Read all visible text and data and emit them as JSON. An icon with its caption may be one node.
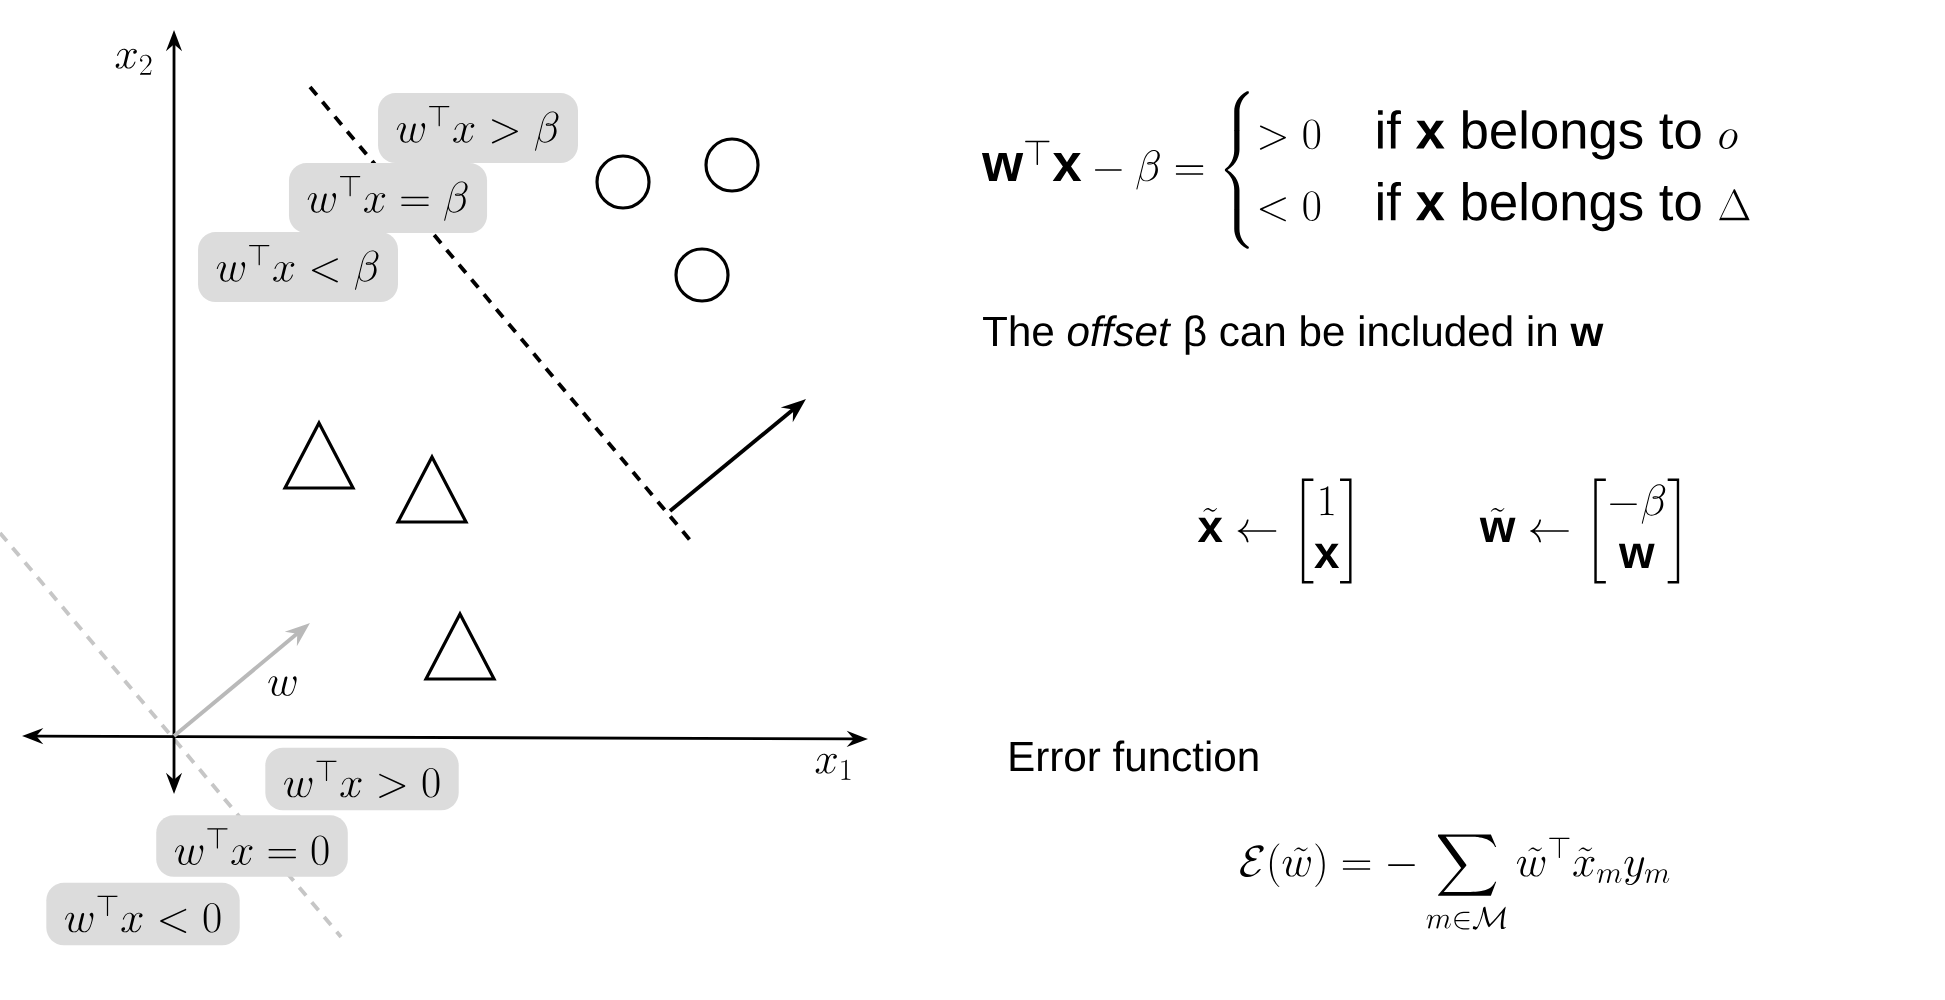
{
  "diagram": {
    "nodes": [
      {
        "text": [
          "w^\\top x > \\beta"
        ]
      },
      {
        "text": [
          "w^\\top x = \\beta"
        ]
      },
      {
        "text": [
          "w^\\top x < \\beta"
        ]
      },
      {
        "text": [
          "w^\\top x > 0"
        ]
      },
      {
        "text": [
          "w^\\top x = 0"
        ]
      },
      {
        "text": [
          "w^\\top x < 0"
        ]
      }
    ],
    "labels": [
      "x_2",
      "x_1",
      "w",
      "\\textbf{w}^\\top\\textbf{x}-\\beta=\\begin{cases}>0 & \\text{if \\textbf{x} belongs to $o$}\\\\<0 & \\text{if \\textbf{x} belongs to $\\Delta$}\\end{cases}",
      "The *offset* β can be included in **w**",
      "\\tilde{\\textbf{x}}\\leftarrow\\begin{bmatrix}1\\\\\\textbf{x}\\end{bmatrix}",
      "\\tilde{\\textbf{w}}\\leftarrow\\begin{bmatrix}-\\beta\\\\\\textbf{w}\\end{bmatrix}",
      "Error function",
      "\\mathcal{E}(\\tilde{w})=-\\sum_{m\\in\\mathcal{M}}\\tilde{w}^\\top\\tilde{x}_m y_m"
    ]
  }
}
